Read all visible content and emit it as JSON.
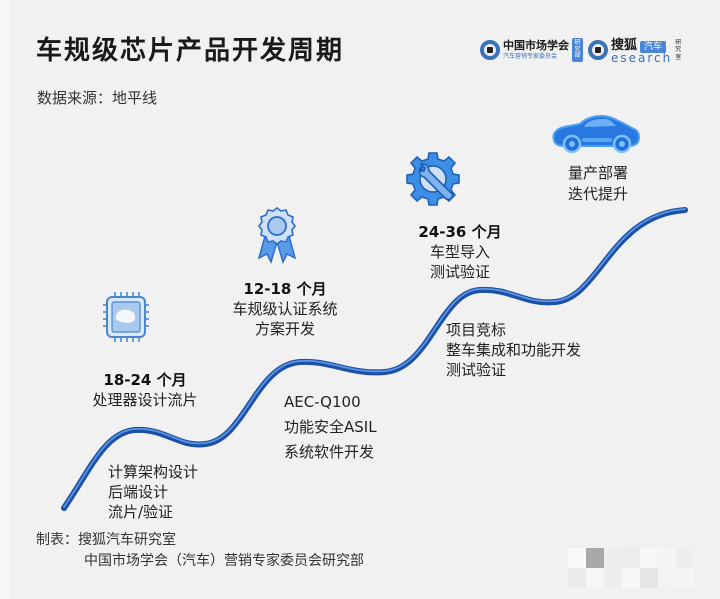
{
  "header": {
    "title": "车规级芯片产品开发周期",
    "source": "数据来源：地平线"
  },
  "logos": {
    "cma": {
      "main": "中国市场学会",
      "sub": "汽车营销专家委员会",
      "tag": "研究部"
    },
    "sohu": {
      "main": "搜狐",
      "tag": "汽车",
      "research": "esearch",
      "research_prefix_icon": "q-logo-icon",
      "side": "研究室"
    }
  },
  "stages": [
    {
      "id": "stage-1",
      "icon": "chip-icon",
      "duration": "18-24 个月",
      "title_lines": [
        "处理器设计流片"
      ],
      "detail_lines": [
        "计算架构设计",
        "后端设计",
        "流片/验证"
      ]
    },
    {
      "id": "stage-2",
      "icon": "award-badge-icon",
      "duration": "12-18 个月",
      "title_lines": [
        "车规级认证系统",
        "方案开发"
      ],
      "detail_lines": [
        "AEC-Q100",
        "功能安全ASIL",
        "系统软件开发"
      ]
    },
    {
      "id": "stage-3",
      "icon": "gear-wrench-icon",
      "duration": "24-36 个月",
      "title_lines": [
        "车型导入",
        "测试验证"
      ],
      "detail_lines": [
        "项目竞标",
        "整车集成和功能开发",
        "测试验证"
      ]
    },
    {
      "id": "stage-4",
      "icon": "car-icon",
      "duration": "",
      "title_lines": [
        "量产部署",
        "迭代提升"
      ],
      "detail_lines": []
    }
  ],
  "footer": {
    "label": "制表：",
    "line1": "搜狐汽车研究室",
    "line2": "中国市场学会（汽车）营销专家委员会研究部"
  },
  "colors": {
    "accent": "#1f6fd6",
    "curve_dark": "#1c4fa8",
    "curve_light": "#5a9be8",
    "icon_fill": "#4a90e2",
    "background": "#f1f1f2"
  }
}
